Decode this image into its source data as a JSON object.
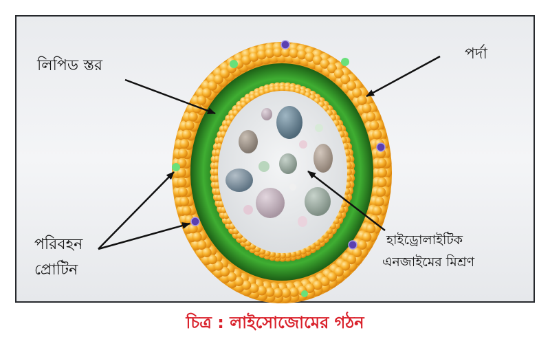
{
  "labels": {
    "lipid_layer": "লিপিড স্তর",
    "membrane": "পর্দা",
    "transport_protein_line1": "পরিবহন",
    "transport_protein_line2": "প্রোটিন",
    "enzyme_line1": "হাইড্রোলাইটিক",
    "enzyme_line2": "এনজাইমের মিশ্রণ"
  },
  "caption": "চিত্র : লাইসোজোমের গঠন",
  "colors": {
    "frame_background": "#eceef1",
    "outer_beads": "#f5a623",
    "lipid_ring": "#2e8b22",
    "lumen": "#e4e7eb",
    "caption": "#d9202a"
  }
}
